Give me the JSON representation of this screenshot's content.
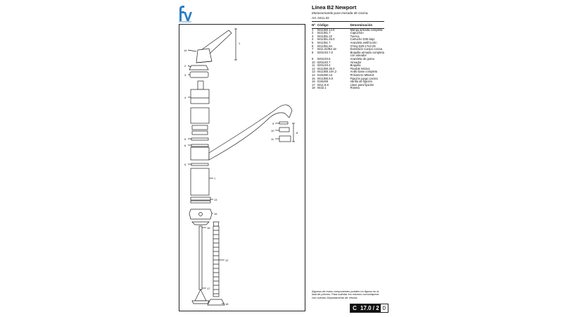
{
  "header": {
    "title": "Línea B2 Newport",
    "subtitle": "Monocomando para mesada de cocina.",
    "article": "Art. 0411.02"
  },
  "logo": {
    "name": "fv-logo-icon",
    "color": "#2f7fc1"
  },
  "table": {
    "headers": {
      "num": "Nº",
      "code": "Código",
      "name": "Denominación"
    },
    "rows": [
      {
        "num": "1",
        "code": "0411/B2.14.0",
        "name": "Manija armada completa"
      },
      {
        "num": "2",
        "code": "0411/B1.7",
        "name": "Capuchón"
      },
      {
        "num": "3",
        "code": "0411/B1.10",
        "name": "Tuerca"
      },
      {
        "num": "4",
        "code": "0411/B1.25.0",
        "name": "Cartucho D35 bajo"
      },
      {
        "num": "5",
        "code": "0411/B1.7",
        "name": "Arandela antifricción"
      },
      {
        "num": "6",
        "code": "0411/B1.9A",
        "name": "O'ring D29.17x3.29"
      },
      {
        "num": "7",
        "code": "0411.02/B2.18",
        "name": "Extensión cuerpo cocina"
      },
      {
        "num": "8",
        "code": "0201/40.7.0",
        "name": "Boquilla armada completa"
      },
      {
        "num": "",
        "code": "",
        "name": "con aireador"
      },
      {
        "num": "9",
        "code": "0201/40.6",
        "name": "Arandela de goma"
      },
      {
        "num": "10",
        "code": "0201/40.7",
        "name": "Aireador"
      },
      {
        "num": "11",
        "code": "0201/40.4",
        "name": "Boquilla"
      },
      {
        "num": "12",
        "code": "0411/B0.35.0",
        "name": "Flexible M10x1"
      },
      {
        "num": "13",
        "code": "0411/B0.10A.2",
        "name": "Anillo base completo"
      },
      {
        "num": "14",
        "code": "0181/B0.13",
        "name": "Prisionero M5x8.8"
      },
      {
        "num": "15",
        "code": "0411/B0.9.0",
        "name": "Fijación juego cocina"
      },
      {
        "num": "16",
        "code": "0181/68",
        "name": "Varilla de fijación"
      },
      {
        "num": "17",
        "code": "0411.8.8",
        "name": "Llave para fijación"
      },
      {
        "num": "18",
        "code": "0432.1",
        "name": "Roseta"
      }
    ]
  },
  "diagram": {
    "labels": [
      "1",
      "14",
      "2",
      "3",
      "4",
      "5",
      "6",
      "5",
      "7",
      "8",
      "9",
      "10",
      "11",
      "13",
      "15",
      "16",
      "12",
      "17",
      "18"
    ]
  },
  "footnote": "Algunos de estos componentes pueden no figurar en la lista de precios. Para solicitar los mismos comuníquese con nuestro Departamento de Ventas.",
  "page": {
    "section": "C",
    "number": "17.0 / 2",
    "version": "0"
  }
}
